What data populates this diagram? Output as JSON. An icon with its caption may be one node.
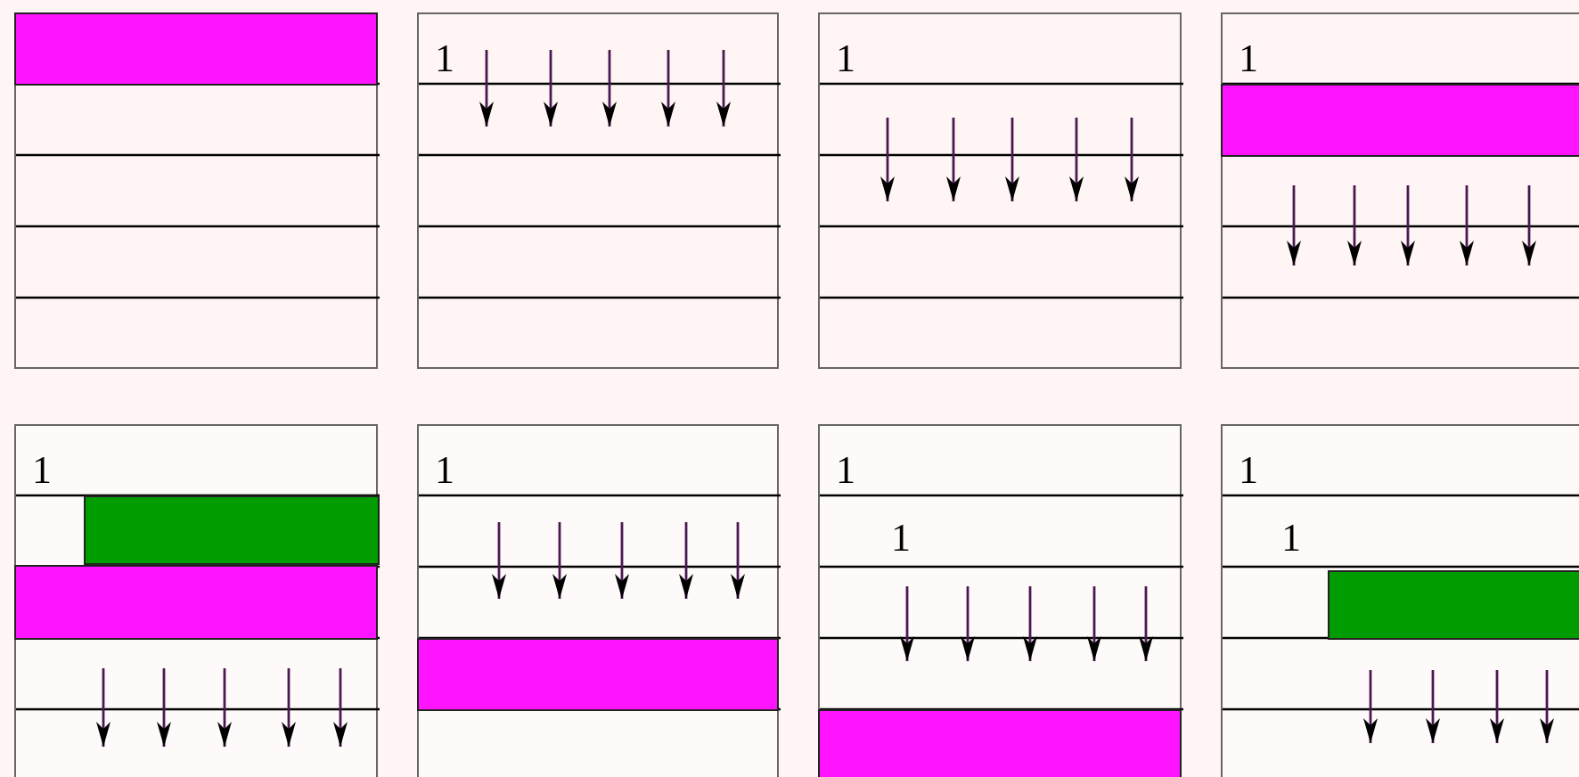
{
  "diagram": {
    "nodes": [
      {
        "text": [],
        "shape": "box"
      },
      {
        "text": [],
        "shape": "bar",
        "in": 0
      },
      {
        "text": [
          "1"
        ]
      },
      {
        "text": [
          "1"
        ]
      },
      {
        "text": [
          "1"
        ]
      },
      {
        "text": [],
        "shape": "bar",
        "in": 4
      },
      {
        "text": [
          "1"
        ]
      },
      {
        "text": [],
        "shape": "bar",
        "in": 6
      },
      {
        "text": [],
        "shape": "bar",
        "in": 6
      },
      {
        "text": [
          "1"
        ]
      },
      {
        "text": [],
        "shape": "bar",
        "in": 9
      },
      {
        "text": [
          "1",
          "1"
        ]
      },
      {
        "text": [],
        "shape": "bar",
        "in": 11
      },
      {
        "text": [
          "1",
          "1"
        ]
      },
      {
        "text": [],
        "shape": "bar",
        "in": 13
      }
    ]
  }
}
